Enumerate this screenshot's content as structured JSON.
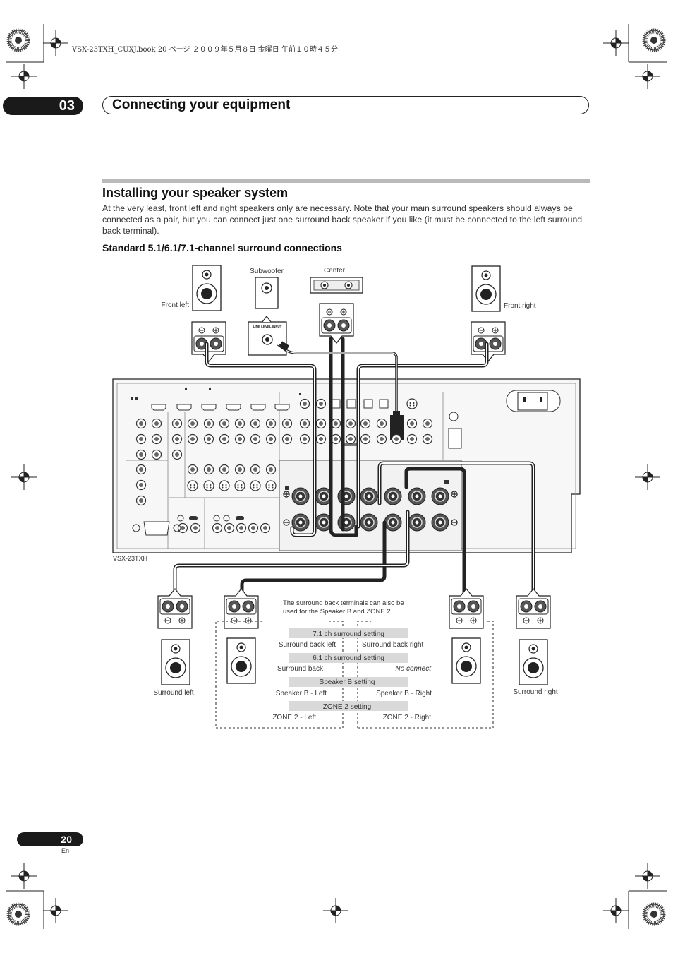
{
  "print_header": "VSX-23TXH_CUXJ.book  20 ページ  ２００９年５月８日  金曜日  午前１０時４５分",
  "chapter": {
    "number": "03",
    "title": "Connecting your equipment"
  },
  "section": {
    "title": "Installing your speaker system",
    "intro": "At the very least, front left and right speakers only are necessary. Note that your main surround speakers should always be connected as a pair, but you can connect just one surround back speaker if you like (it must be connected to the left surround back terminal).",
    "subheading": "Standard 5.1/6.1/7.1-channel surround connections"
  },
  "diagram": {
    "speakers": {
      "front_left": "Front left",
      "subwoofer": "Subwoofer",
      "center": "Center",
      "front_right": "Front right",
      "surround_left": "Surround left",
      "surround_right": "Surround right"
    },
    "line_level_input": "LINE LEVEL INPUT",
    "receiver_model": "VSX-23TXH",
    "surround_back_note_line1": "The surround back terminals can also be",
    "surround_back_note_line2": "used for the Speaker B and ZONE 2.",
    "settings": [
      {
        "heading": "7.1 ch surround setting",
        "left": "Surround back left",
        "right": "Surround back right"
      },
      {
        "heading": "6.1 ch surround setting",
        "left": "Surround back",
        "right": "No connect"
      },
      {
        "heading": "Speaker B setting",
        "left": "Speaker B - Left",
        "right": "Speaker B - Right"
      },
      {
        "heading": "ZONE 2 setting",
        "left": "ZONE 2 - Left",
        "right": "ZONE 2 - Right"
      }
    ]
  },
  "footer": {
    "page_number": "20",
    "language": "En"
  }
}
